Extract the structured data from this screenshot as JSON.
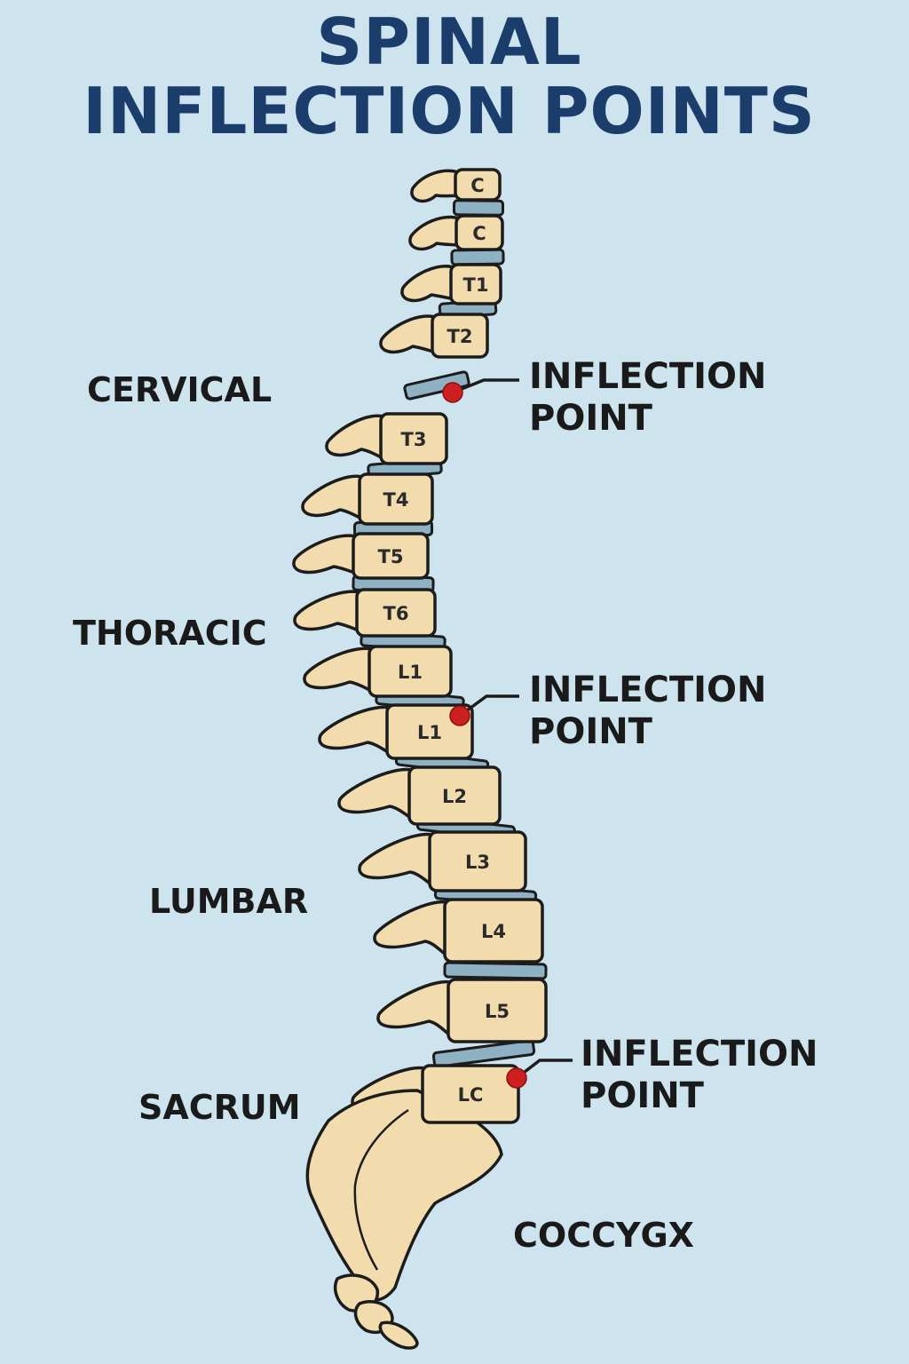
{
  "title": {
    "line1": "SPINAL",
    "line2": "INFLECTION POINTS"
  },
  "regions": {
    "cervical": "CERVICAL",
    "thoracic": "THORACIC",
    "lumbar": "LUMBAR",
    "sacrum": "SACRUM",
    "coccyx": "COCCYGX"
  },
  "vertebrae": [
    "C",
    "C",
    "T1",
    "T2",
    "T3",
    "T4",
    "T5",
    "T6",
    "L1",
    "L1",
    "L2",
    "L3",
    "L4",
    "L5",
    "LC"
  ],
  "callouts": [
    {
      "line1": "INFLECTION",
      "line2": "POINT"
    },
    {
      "line1": "INFLECTION",
      "line2": "POINT"
    },
    {
      "line1": "INFLECTION",
      "line2": "POINT"
    }
  ],
  "colors": {
    "background": "#cde4ee",
    "title": "#1b3d6b",
    "bone": "#f2dcae",
    "disc": "#8fb1c4",
    "marker": "#cc1f1f"
  }
}
